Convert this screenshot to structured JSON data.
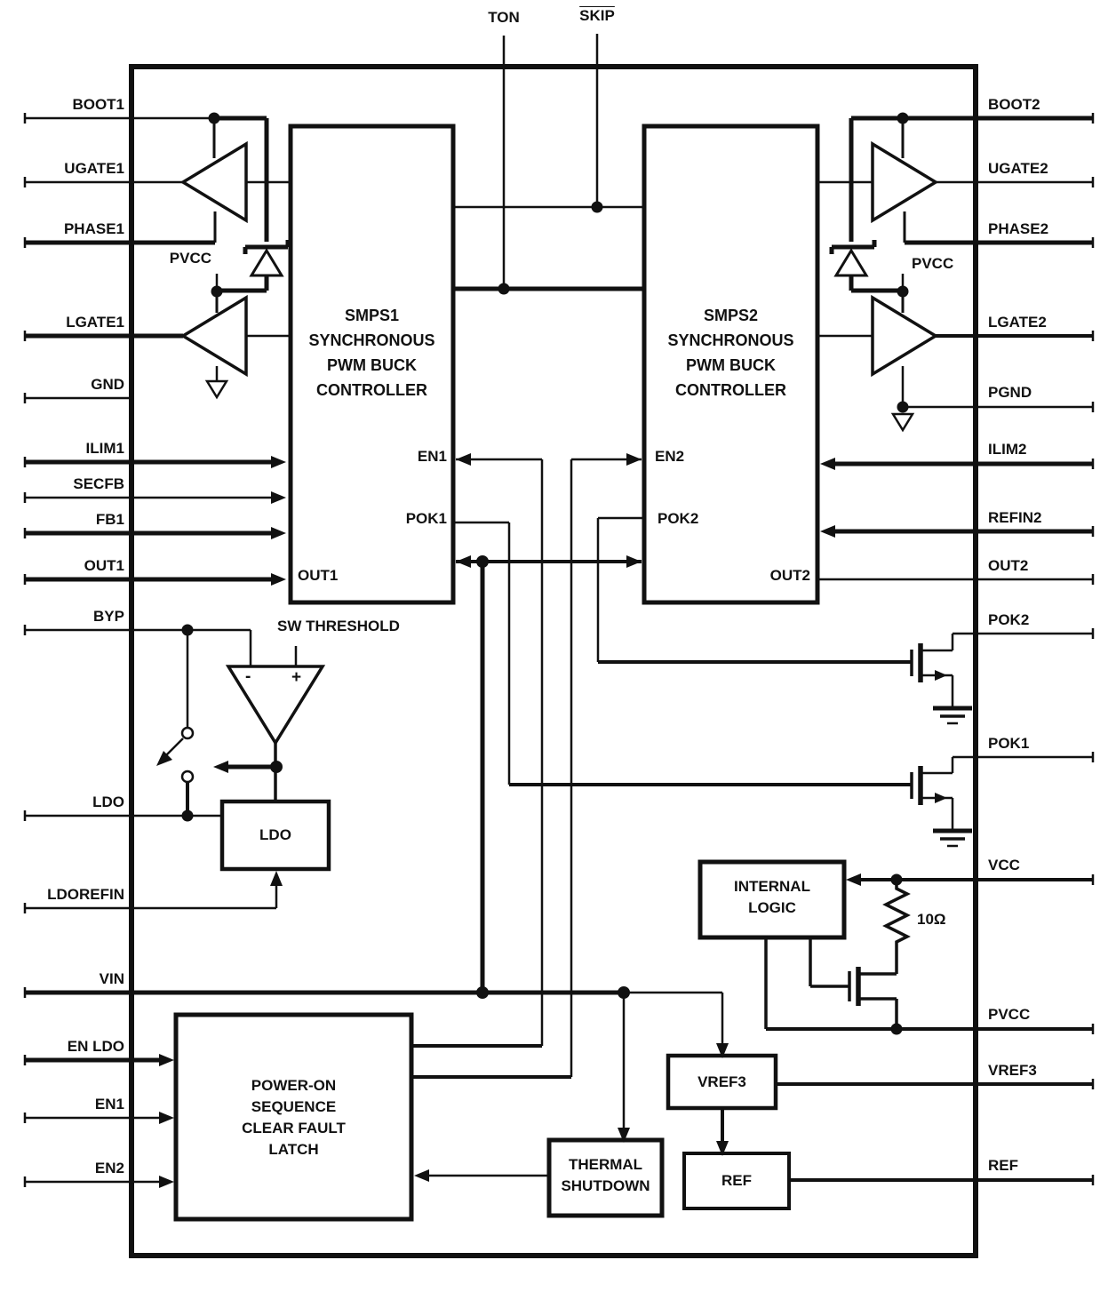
{
  "colors": {
    "ink": "#111111",
    "paper": "#ffffff"
  },
  "top_pins": {
    "ton": "TON",
    "skip": "SKIP"
  },
  "left_pins": {
    "boot1": "BOOT1",
    "ugate1": "UGATE1",
    "phase1": "PHASE1",
    "lgate1": "LGATE1",
    "gnd": "GND",
    "ilim1": "ILIM1",
    "secfb": "SECFB",
    "fb1": "FB1",
    "out1": "OUT1",
    "byp": "BYP",
    "ldo": "LDO",
    "ldorefin": "LDOREFIN",
    "vin": "VIN",
    "en_ldo": "EN LDO",
    "en1": "EN1",
    "en2": "EN2"
  },
  "right_pins": {
    "boot2": "BOOT2",
    "ugate2": "UGATE2",
    "phase2": "PHASE2",
    "lgate2": "LGATE2",
    "pgnd": "PGND",
    "ilim2": "ILIM2",
    "refin2": "REFIN2",
    "out2": "OUT2",
    "pok2": "POK2",
    "pok1": "POK1",
    "vcc": "VCC",
    "pvcc": "PVCC",
    "vref3": "VREF3",
    "ref": "REF"
  },
  "blocks": {
    "smps1": {
      "label": "SMPS1\nSYNCHRONOUS\nPWM BUCK\nCONTROLLER",
      "port_en": "EN1",
      "port_pok": "POK1",
      "port_out": "OUT1"
    },
    "smps2": {
      "label": "SMPS2\nSYNCHRONOUS\nPWM BUCK\nCONTROLLER",
      "port_en": "EN2",
      "port_pok": "POK2",
      "port_out": "OUT2"
    },
    "ldo": {
      "label": "LDO"
    },
    "power_on": {
      "label": "POWER-ON\nSEQUENCE\nCLEAR FAULT\nLATCH"
    },
    "internal_logic": {
      "label": "INTERNAL\nLOGIC"
    },
    "thermal_shutdown": {
      "label": "THERMAL\nSHUTDOWN"
    },
    "vref3": {
      "label": "VREF3"
    },
    "ref": {
      "label": "REF"
    }
  },
  "annotations": {
    "pvcc_left": "PVCC",
    "pvcc_right": "PVCC",
    "sw_threshold": "SW THRESHOLD",
    "resistor_value": "10Ω",
    "comp_minus": "-",
    "comp_plus": "+"
  }
}
